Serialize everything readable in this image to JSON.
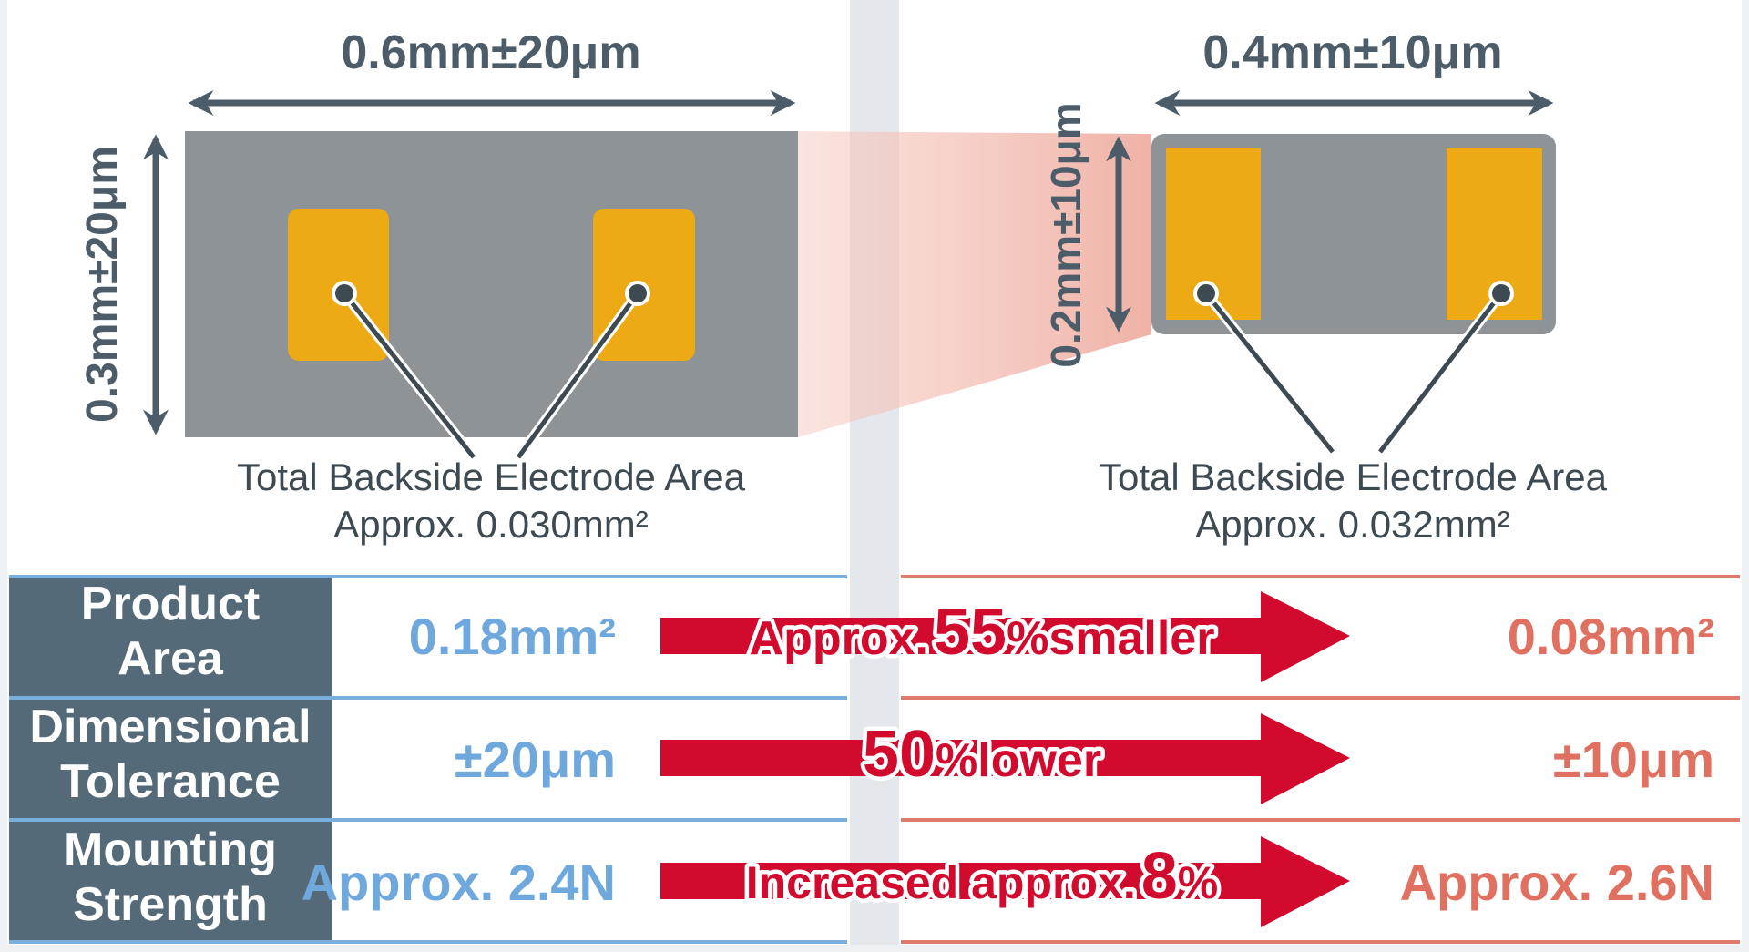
{
  "colors": {
    "chip_gray": "#8e9398",
    "electrode": "#eeaa14",
    "header_bg": "#546a78",
    "old_blue": "#6fa8dc",
    "new_red": "#e07060",
    "arrow_red": "#d10a2e",
    "divider": "#e4e8ec"
  },
  "left_chip": {
    "width_label": "0.6mm±20μm",
    "height_label": "0.3mm±20μm",
    "caption_line1": "Total Backside Electrode Area",
    "caption_line2": "Approx. 0.030mm²"
  },
  "right_chip": {
    "width_label": "0.4mm±10μm",
    "height_label": "0.2mm±10μm",
    "caption_line1": "Total Backside Electrode Area",
    "caption_line2": "Approx. 0.032mm²"
  },
  "table": {
    "rows": [
      {
        "header_line1": "Product",
        "header_line2": "Area",
        "old": "0.18mm²",
        "new": "0.08mm²",
        "change_pre": "Approx.",
        "change_num": "55",
        "change_post": "%smaller"
      },
      {
        "header_line1": "Dimensional",
        "header_line2": "Tolerance",
        "old": "±20μm",
        "new": "±10μm",
        "change_pre": "",
        "change_num": "50",
        "change_post": "%lower"
      },
      {
        "header_line1": "Mounting",
        "header_line2": "Strength",
        "old": "Approx. 2.4N",
        "new": "Approx. 2.6N",
        "change_pre": "Increased approx.",
        "change_num": "8",
        "change_post": "%"
      }
    ]
  }
}
